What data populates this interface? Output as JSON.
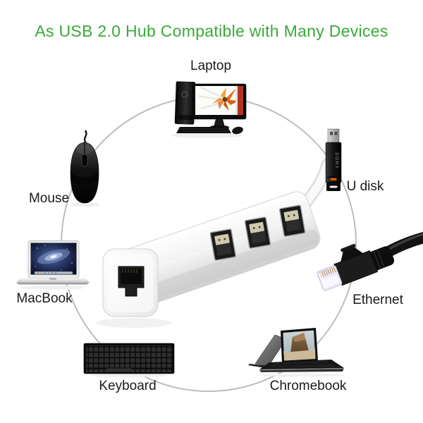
{
  "title": {
    "text": "As USB 2.0 Hub Compatible with Many Devices",
    "color": "#3aa93a"
  },
  "product": {
    "name": "USB 2.0 hub with Ethernet port",
    "usb_ports_visible": 3,
    "ethernet_port_visible": true,
    "body_color": "#f2f2f2",
    "cable_color": "#fafafa"
  },
  "devices": {
    "laptop": {
      "label": "Laptop"
    },
    "mouse": {
      "label": "Mouse"
    },
    "udisk": {
      "label": "U disk",
      "brand_text": "SONY"
    },
    "macbook": {
      "label": "MacBook"
    },
    "ethernet": {
      "label": "Ethernet"
    },
    "keyboard": {
      "label": "Keyboard"
    },
    "chromebook": {
      "label": "Chromebook"
    }
  },
  "colors": {
    "title_green": "#3aa93a",
    "label_text": "#1a1a1a",
    "circle_line": "#b0b0b0",
    "background": "#ffffff"
  }
}
